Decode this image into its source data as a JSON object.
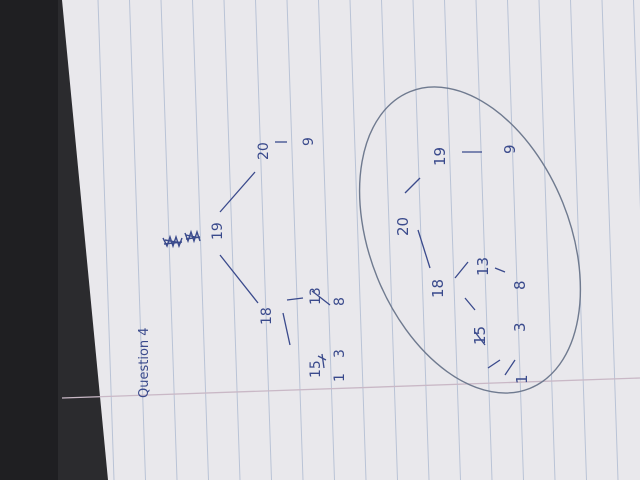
{
  "colors": {
    "desk": "#2b2b2e",
    "paper": "#e9e8ec",
    "rule_line": "#a9b7cf",
    "margin_line": "#c9b8c6",
    "ink": "#3a4a8c"
  },
  "heading": "Question 4",
  "tree_before": {
    "root": "19",
    "right_child": "20",
    "right_grandchild": "9",
    "left_child": "18",
    "node_15": "15",
    "node_13": "13",
    "leaf_1": "1",
    "leaf_3": "3",
    "leaf_8": "8"
  },
  "tree_after": {
    "root": "20",
    "left_child": "18",
    "right_child": "19",
    "right_grandchild": "9",
    "node_15": "15",
    "node_13": "13",
    "leaf_1": "1",
    "leaf_3": "3",
    "leaf_8": "8"
  }
}
